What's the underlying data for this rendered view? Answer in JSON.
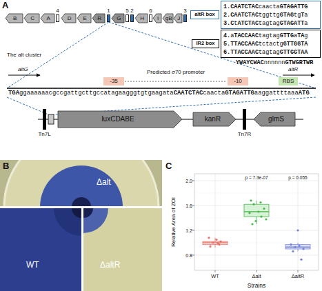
{
  "diagram": {
    "nodes": [
      {
        "text": [
          "B"
        ]
      },
      {
        "text": [
          "C"
        ]
      },
      {
        "text": [
          "A"
        ]
      },
      {
        "text": [
          "4"
        ]
      },
      {
        "text": [
          "D"
        ]
      },
      {
        "text": [
          "E"
        ]
      },
      {
        "text": [
          "R"
        ]
      },
      {
        "text": [
          "1"
        ]
      },
      {
        "text": [
          "G"
        ]
      },
      {
        "text": [
          "5"
        ]
      },
      {
        "text": [
          "2"
        ]
      },
      {
        "text": [
          "H"
        ]
      },
      {
        "text": [
          "6"
        ]
      },
      {
        "text": [
          "I"
        ]
      },
      {
        "text": [
          "gB"
        ]
      },
      {
        "text": [
          "J"
        ]
      },
      {
        "text": [
          "3"
        ]
      },
      {
        "text": [
          "altR box"
        ]
      },
      {
        "text": [
          "1.CAATCTACcaactaGTAGATTG",
          "2.CAATCTACtggttgGTAGtgTa",
          "3.CtATCTACtagtagGTAGATTa"
        ]
      },
      {
        "text": [
          "IR2 box"
        ]
      },
      {
        "text": [
          "4.aTACCAACtagtagGTTGaTAg",
          "5.TTACCAACtctactgGTTGGTA",
          "6.TTACCAACtagtagGTTGGTAA"
        ]
      },
      {
        "text": [
          "-35"
        ]
      },
      {
        "text": [
          "-10"
        ]
      },
      {
        "text": [
          "RBS"
        ]
      },
      {
        "text": [
          "luxCDABE"
        ]
      },
      {
        "text": [
          "kanR"
        ]
      },
      {
        "text": [
          "glmS"
        ]
      }
    ],
    "labels": [
      "A",
      "YWAYCWACnnnnnnGTWGRTWR",
      "The alt cluster",
      "altG",
      "Predicted σ70 promoter",
      "altR",
      "TGAggaaaaaacgccgattgcttgccatagaagggtgtgaagataCAATCTACcaactaGTAGATTGaaggattttaaaATG",
      "Tn7L",
      "Tn7R",
      "B",
      "Δalt",
      "WT",
      "ΔaltR",
      "C",
      "p = 7.3e-07",
      "p = 0.055",
      "2.0",
      "1.6",
      "1.2",
      "0.8",
      "Relative Area of ZOI",
      "WT",
      "Δalt",
      "ΔaltR",
      "Strains"
    ]
  }
}
